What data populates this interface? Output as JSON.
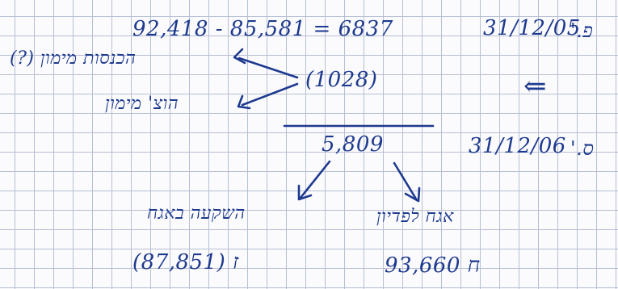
{
  "notes": {
    "equation": "92,418 - 85,581 = 6837",
    "date_prior": "31/12/05",
    "label_prior": "פ.'",
    "date_current": "31/12/06",
    "label_current": "ס.'",
    "arrow_glyph": "⇐",
    "code": "(1028)",
    "branch_upper": "הכנסות מימון (?)",
    "branch_lower": "הוצ' מימון",
    "result": "5,809",
    "left_label": "השקעה באגח",
    "left_value": "ז (87,851)",
    "right_label": "אגח לפדיון",
    "right_value": "ח 93,660"
  }
}
